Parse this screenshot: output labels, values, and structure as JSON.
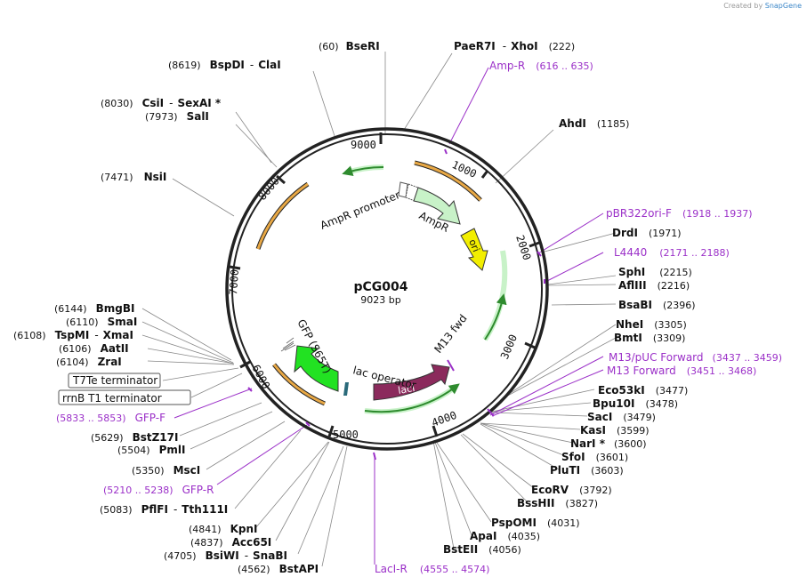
{
  "brand": {
    "created_by": "Created by",
    "name": "SnapGene"
  },
  "plasmid": {
    "name": "pCG004",
    "size": "9023 bp",
    "total_bp": 9023
  },
  "ruler": [
    {
      "label": "1000"
    },
    {
      "label": "2000"
    },
    {
      "label": "3000"
    },
    {
      "label": "4000"
    },
    {
      "label": "5000"
    },
    {
      "label": "6000"
    },
    {
      "label": "7000"
    },
    {
      "label": "8000"
    },
    {
      "label": "9000"
    }
  ],
  "features": [
    {
      "label": "AmpR promoter"
    },
    {
      "label": "AmpR"
    },
    {
      "label": "ori"
    },
    {
      "label": "M13 fwd"
    },
    {
      "label": "lacI"
    },
    {
      "label": "lac operator"
    },
    {
      "label": "GFP (S65T)"
    }
  ],
  "site_labels": {
    "BseRI": {
      "pos": "(60)",
      "name": "BseRI"
    },
    "PaeR7I": {
      "name": "PaeR7I",
      "sep": "-",
      "name2": "XhoI",
      "pos": "(222)"
    },
    "AmpR_primer": {
      "name": "Amp-R",
      "range": "(616 .. 635)"
    },
    "AhdI": {
      "name": "AhdI",
      "pos": "(1185)"
    },
    "pBR322": {
      "name": "pBR322ori-F",
      "range": "(1918 .. 1937)"
    },
    "DrdI": {
      "name": "DrdI",
      "pos": "(1971)"
    },
    "L4440": {
      "name": "L4440",
      "range": "(2171 .. 2188)"
    },
    "SphI": {
      "name": "SphI",
      "pos": "(2215)"
    },
    "AflIII": {
      "name": "AflIII",
      "pos": "(2216)"
    },
    "BsaBI": {
      "name": "BsaBI",
      "pos": "(2396)"
    },
    "NheI": {
      "name": "NheI",
      "pos": "(3305)"
    },
    "BmtI": {
      "name": "BmtI",
      "pos": "(3309)"
    },
    "M13pUC": {
      "name": "M13/pUC Forward",
      "range": "(3437 .. 3459)"
    },
    "M13F": {
      "name": "M13 Forward",
      "range": "(3451 .. 3468)"
    },
    "Eco53kI": {
      "name": "Eco53kI",
      "pos": "(3477)"
    },
    "Bpu10I": {
      "name": "Bpu10I",
      "pos": "(3478)"
    },
    "SacI": {
      "name": "SacI",
      "pos": "(3479)"
    },
    "KasI": {
      "name": "KasI",
      "pos": "(3599)"
    },
    "NarI": {
      "name": "NarI *",
      "pos": "(3600)"
    },
    "SfoI": {
      "name": "SfoI",
      "pos": "(3601)"
    },
    "PluTI": {
      "name": "PluTI",
      "pos": "(3603)"
    },
    "EcoRV": {
      "name": "EcoRV",
      "pos": "(3792)"
    },
    "BssHII": {
      "name": "BssHII",
      "pos": "(3827)"
    },
    "PspOMI": {
      "name": "PspOMI",
      "pos": "(4031)"
    },
    "ApaI": {
      "name": "ApaI",
      "pos": "(4035)"
    },
    "BstEII": {
      "name": "BstEII",
      "pos": "(4056)"
    },
    "LacIR": {
      "name": "LacI-R",
      "range": "(4555 .. 4574)"
    },
    "BstAPI": {
      "pos": "(4562)",
      "name": "BstAPI"
    },
    "BsiWI": {
      "pos": "(4705)",
      "name": "BsiWI",
      "sep": "-",
      "name2": "SnaBI"
    },
    "Acc65I": {
      "pos": "(4837)",
      "name": "Acc65I"
    },
    "KpnI": {
      "pos": "(4841)",
      "name": "KpnI"
    },
    "PflFI": {
      "pos": "(5083)",
      "name": "PflFI",
      "sep": "-",
      "name2": "Tth111I"
    },
    "GFPR": {
      "range": "(5210 .. 5238)",
      "name": "GFP-R"
    },
    "MscI": {
      "pos": "(5350)",
      "name": "MscI"
    },
    "PmlI": {
      "pos": "(5504)",
      "name": "PmlI"
    },
    "BstZ17I": {
      "pos": "(5629)",
      "name": "BstZ17I"
    },
    "GFPF": {
      "range": "(5833 .. 5853)",
      "name": "GFP-F"
    },
    "rrnB": {
      "name": "rrnB T1 terminator"
    },
    "T7Te": {
      "name": "T7Te terminator"
    },
    "ZraI": {
      "pos": "(6104)",
      "name": "ZraI"
    },
    "AatII": {
      "pos": "(6106)",
      "name": "AatII"
    },
    "TspMI": {
      "pos": "(6108)",
      "name": "TspMI",
      "sep": "-",
      "name2": "XmaI"
    },
    "SmaI": {
      "pos": "(6110)",
      "name": "SmaI"
    },
    "BmgBI": {
      "pos": "(6144)",
      "name": "BmgBI"
    },
    "NsiI": {
      "pos": "(7471)",
      "name": "NsiI"
    },
    "SalI": {
      "pos": "(7973)",
      "name": "SalI"
    },
    "CsiI": {
      "pos": "(8030)",
      "name": "CsiI",
      "sep": "-",
      "name2": "SexAI *"
    },
    "BspDI": {
      "pos": "(8619)",
      "name": "BspDI",
      "sep": "-",
      "name2": "ClaI"
    }
  },
  "colors": {
    "backbone": "#222222",
    "enzyme_line": "#888888",
    "primer": "#9b30c8",
    "ampr": "#c8f2c8",
    "ori": "#f2ee00",
    "laci": "#8b2a5c",
    "gfp": "#22e222",
    "orf": "#e8a845",
    "small_arrow": "#2e8b2e",
    "brand": "#3a86c8"
  }
}
